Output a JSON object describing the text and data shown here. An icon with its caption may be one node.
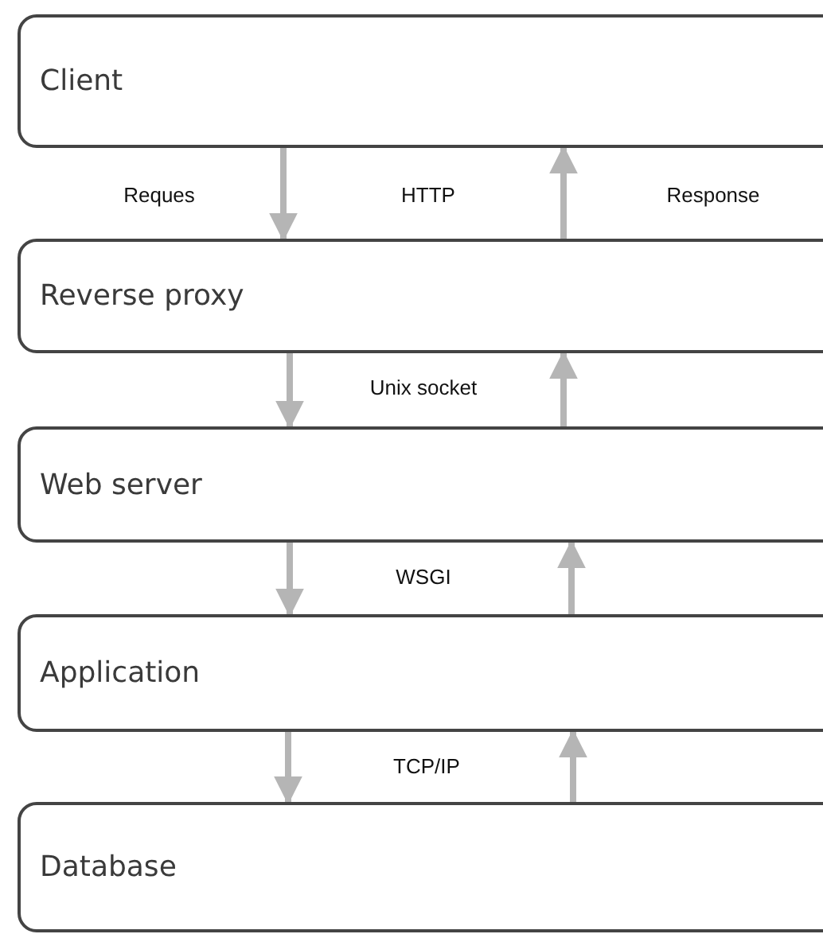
{
  "diagram": {
    "nodes": [
      {
        "text": [
          "Client"
        ]
      },
      {
        "text": [
          "Reverse proxy"
        ]
      },
      {
        "text": [
          "Web server"
        ]
      },
      {
        "text": [
          "Application"
        ]
      },
      {
        "text": [
          "Database"
        ]
      }
    ],
    "edges": [
      {
        "from": 0,
        "to": 1,
        "arrow": "to"
      },
      {
        "from": 1,
        "to": 0,
        "arrow": "to"
      },
      {
        "from": 1,
        "to": 2,
        "arrow": "to"
      },
      {
        "from": 2,
        "to": 1,
        "arrow": "to"
      },
      {
        "from": 2,
        "to": 3,
        "arrow": "to"
      },
      {
        "from": 3,
        "to": 2,
        "arrow": "to"
      },
      {
        "from": 3,
        "to": 4,
        "arrow": "to"
      },
      {
        "from": 4,
        "to": 3,
        "arrow": "to"
      }
    ],
    "labels": [
      "Reques",
      "HTTP",
      "Response",
      "Unix socket",
      "WSGI",
      "TCP/IP"
    ]
  }
}
